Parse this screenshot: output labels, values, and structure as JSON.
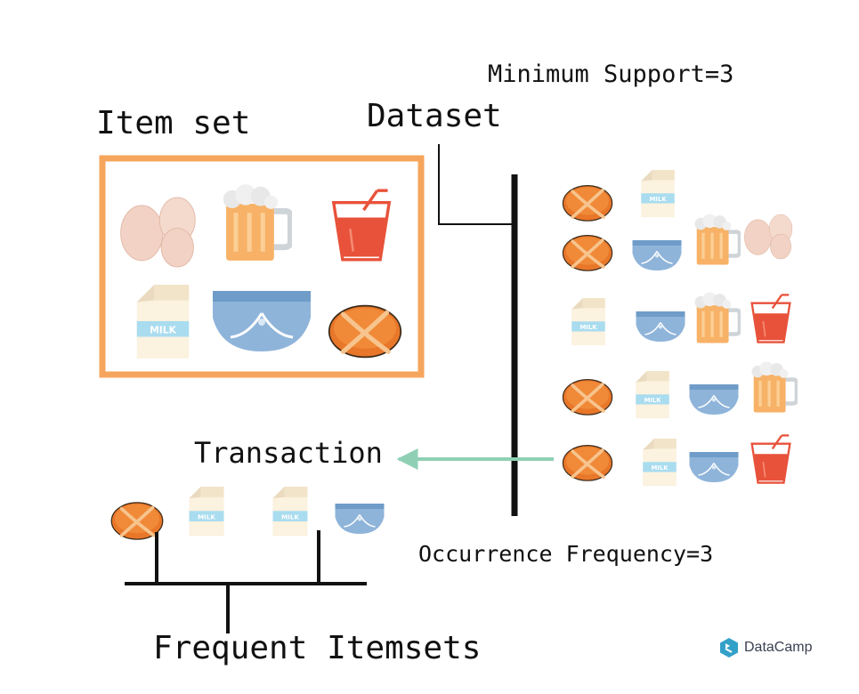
{
  "labels": {
    "item_set": "Item set",
    "dataset": "Dataset",
    "minimum_support": "Minimum Support=3",
    "transaction": "Transaction",
    "occurrence_frequency": "Occurrence Frequency=3",
    "frequent_itemsets": "Frequent Itemsets"
  },
  "item_set": [
    "eggs",
    "beer",
    "juice",
    "milk",
    "diaper",
    "bread"
  ],
  "transactions": [
    [
      "bread",
      "milk"
    ],
    [
      "bread",
      "diaper",
      "beer",
      "eggs"
    ],
    [
      "milk",
      "diaper",
      "beer",
      "juice"
    ],
    [
      "bread",
      "milk",
      "diaper",
      "beer"
    ],
    [
      "bread",
      "milk",
      "diaper",
      "juice"
    ]
  ],
  "frequent_itemsets": [
    [
      "bread",
      "milk"
    ],
    [
      "milk",
      "diaper"
    ]
  ],
  "icons": {
    "item": {
      "eggs": "eggs-icon",
      "beer": "beer-icon",
      "juice": "juice-icon",
      "milk": "milk-icon",
      "diaper": "diaper-icon",
      "bread": "bread-icon"
    }
  },
  "colors": {
    "frame": "#f6a55c",
    "arrow": "#8fd0b4",
    "bread": "#e8772a",
    "milk_band": "#a9dcef",
    "diaper": "#8fb4da",
    "beer": "#f7b267",
    "juice": "#e8523a",
    "eggs": "#f1d2c4"
  },
  "brand": {
    "name": "DataCamp"
  }
}
